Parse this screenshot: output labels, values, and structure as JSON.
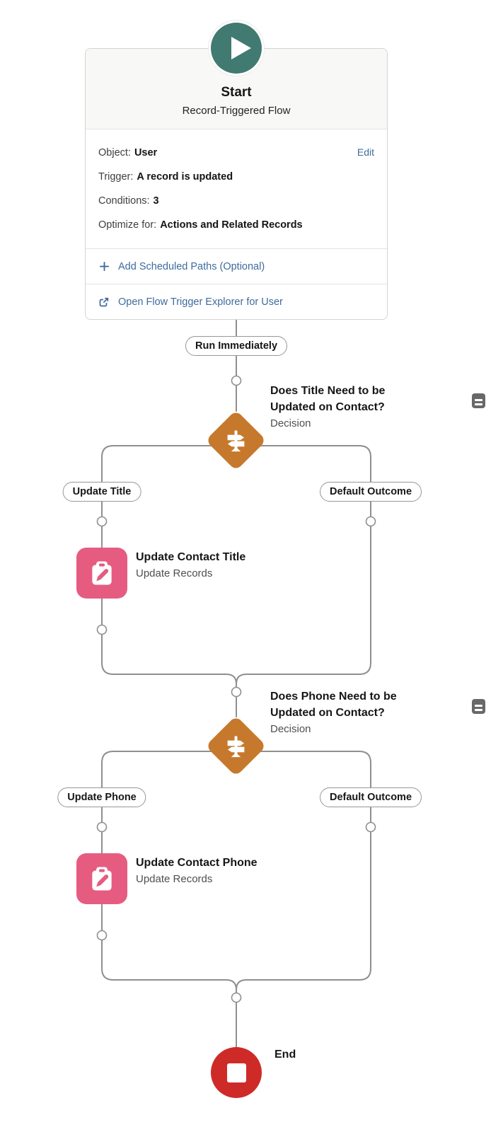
{
  "colors": {
    "start_node": "#417a70",
    "decision_node": "#c6792c",
    "update_records_node": "#e65c81",
    "end_node": "#ce2b28",
    "connector": "#8f8f8f",
    "link": "#3f6b9d"
  },
  "start": {
    "title": "Start",
    "subtitle": "Record-Triggered Flow",
    "fields": [
      {
        "label": "Object:",
        "value": "User"
      },
      {
        "label": "Trigger:",
        "value": "A record is updated"
      },
      {
        "label": "Conditions:",
        "value": "3"
      },
      {
        "label": "Optimize for:",
        "value": "Actions and Related Records"
      }
    ],
    "edit_label": "Edit",
    "add_scheduled_paths_label": "Add Scheduled Paths (Optional)",
    "open_flow_trigger_label": "Open Flow Trigger Explorer for User"
  },
  "connector_labels": {
    "run_immediately": "Run Immediately"
  },
  "decisions": [
    {
      "title": "Does Title Need to be Updated on Contact?",
      "type_label": "Decision",
      "outcomes": {
        "left": "Update Title",
        "right": "Default Outcome"
      },
      "action": {
        "title": "Update Contact Title",
        "type_label": "Update Records"
      }
    },
    {
      "title": "Does Phone Need to be Updated on Contact?",
      "type_label": "Decision",
      "outcomes": {
        "left": "Update Phone",
        "right": "Default Outcome"
      },
      "action": {
        "title": "Update Contact Phone",
        "type_label": "Update Records"
      }
    }
  ],
  "end": {
    "label": "End"
  },
  "icons": {
    "start": "play-icon",
    "decision": "signpost-icon",
    "update_records": "clipboard-pencil-icon",
    "end": "stop-icon",
    "description": "note-lines-icon",
    "add_path": "plus-icon",
    "explorer": "external-link-icon"
  }
}
